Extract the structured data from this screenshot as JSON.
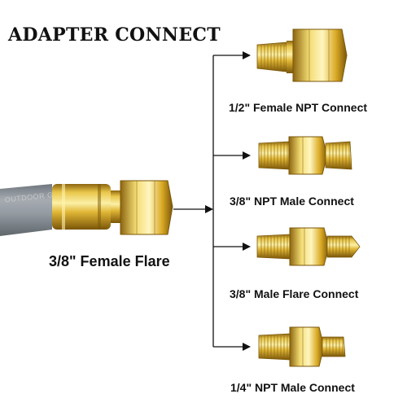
{
  "title": "ADAPTER CONNECT",
  "source_fitting": {
    "label": "3/8\" Female Flare",
    "hose_print": "OUTDOOR G"
  },
  "adapters": [
    {
      "label": "1/2\" Female NPT Connect",
      "icon": "female-npt-adapter-icon"
    },
    {
      "label": "3/8\" NPT Male Connect",
      "icon": "male-npt-adapter-icon"
    },
    {
      "label": "3/8\" Male Flare  Connect",
      "icon": "male-flare-adapter-icon"
    },
    {
      "label": "1/4\" NPT Male  Connect",
      "icon": "quarter-npt-adapter-icon"
    }
  ],
  "colors": {
    "brass_light": "#f6e27a",
    "brass_mid": "#d9ad2c",
    "brass_dark": "#9c7414",
    "hose": "#8e959c",
    "line": "#111111"
  }
}
